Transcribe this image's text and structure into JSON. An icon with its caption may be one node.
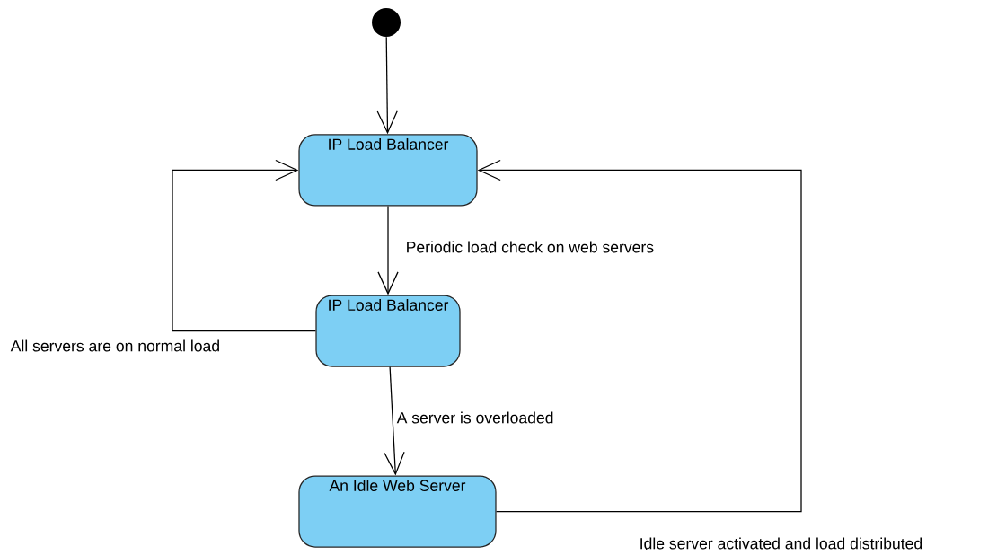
{
  "diagram": {
    "nodes": [
      {
        "text": [],
        "shape": "circle"
      },
      {
        "text": [
          "IP Load Balancer"
        ]
      },
      {
        "text": [
          "IP Load Balancer"
        ]
      },
      {
        "text": [
          "An Idle Web Server"
        ]
      }
    ],
    "edges": [
      {
        "from": 0,
        "to": 1,
        "arrow": "to"
      },
      {
        "from": 1,
        "to": 2,
        "arrow": "to",
        "label": "Periodic load check on web servers"
      },
      {
        "from": 2,
        "to": 1,
        "arrow": "to",
        "label": "All servers are on normal load"
      },
      {
        "from": 2,
        "to": 3,
        "arrow": "to",
        "label": "A server is overloaded"
      },
      {
        "from": 3,
        "to": 1,
        "arrow": "to",
        "label": "Idle server activated and load distributed"
      }
    ]
  }
}
